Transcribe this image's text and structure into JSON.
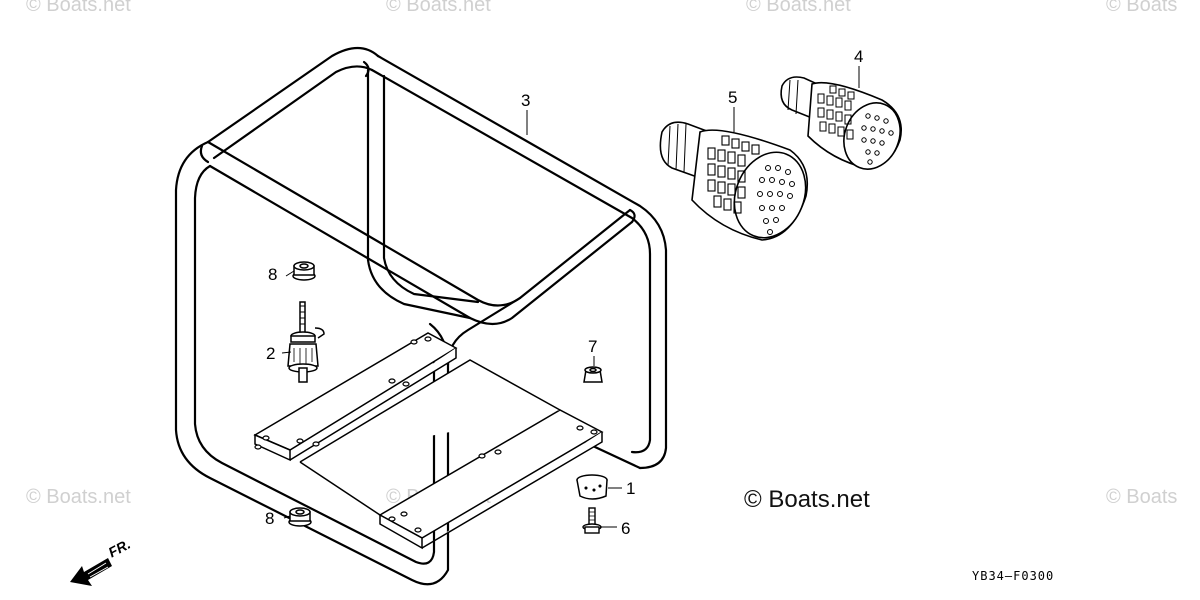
{
  "watermarks": [
    "© Boats.net",
    "© Boats.net",
    "© Boats.net",
    "© Boats",
    "© Boats.net",
    "© Boats",
    "© Boats.net"
  ],
  "copyright": "© Boats.net",
  "diagram_code": "YB34–F0300",
  "front_arrow_label": "FR.",
  "callouts": {
    "p1": "1",
    "p2": "2",
    "p3": "3",
    "p4": "4",
    "p5": "5",
    "p6": "6",
    "p7": "7",
    "p8a": "8",
    "p8b": "8"
  }
}
